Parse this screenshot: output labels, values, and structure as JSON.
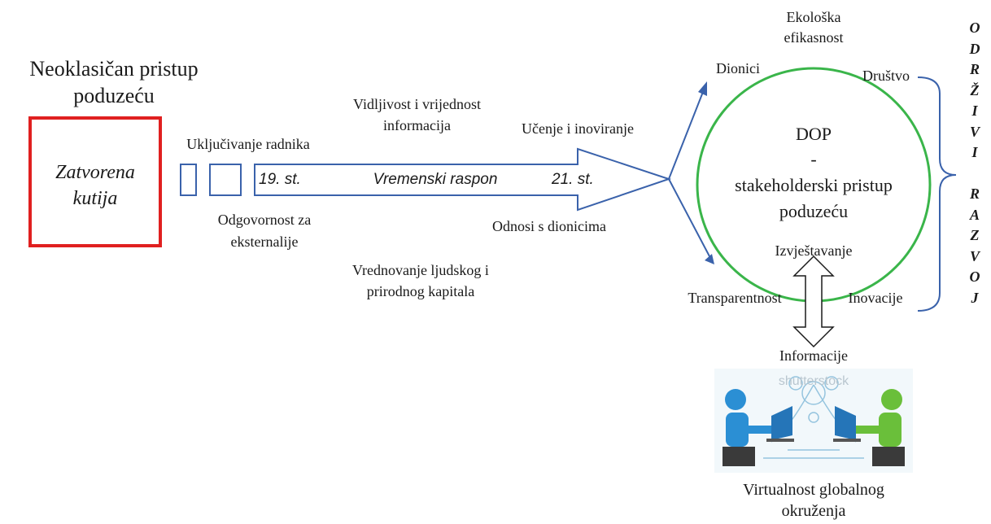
{
  "left": {
    "title_line1": "Neoklasičan pristup",
    "title_line2": "poduzeću",
    "box_line1": "Zatvorena",
    "box_line2": "kutija"
  },
  "arrow": {
    "start": "19. st.",
    "middle": "Vremenski raspon",
    "end": "21. st."
  },
  "labels": {
    "ukljucivanje": "Uključivanje radnika",
    "vidljivost_line1": "Vidljivost i vrijednost",
    "vidljivost_line2": "informacija",
    "ucenje": "Učenje i inoviranje",
    "odgovornost_line1": "Odgovornost za",
    "odgovornost_line2": "eksternalije",
    "odnosi": "Odnosi s dionicima",
    "vrednovanje_line1": "Vrednovanje ljudskog i",
    "vrednovanje_line2": "prirodnog kapitala"
  },
  "circle": {
    "line1": "DOP",
    "line2": "-",
    "line3": "stakeholderski pristup",
    "line4": "poduzeću",
    "izvjestavanje": "Izvještavanje",
    "ekoloska_line1": "Ekološka",
    "ekoloska_line2": "efikasnost",
    "drustvo": "Društvo",
    "dionici": "Dionici",
    "transparentnost": "Transparentnost",
    "inovacije": "Inovacije"
  },
  "bottom": {
    "informacije": "Informacije",
    "watermark": "shutterstock",
    "virtual_line1": "Virtualnost globalnog",
    "virtual_line2": "okruženja"
  },
  "vertical_letters": [
    "O",
    "D",
    "R",
    "Ž",
    "I",
    "V",
    "I",
    "",
    "R",
    "A",
    "Z",
    "V",
    "O",
    "J"
  ],
  "colors": {
    "red_box": "#e02020",
    "blue": "#3a62ab",
    "green": "#3ab54a"
  },
  "icons": {
    "double_arrow": "double-headed-arrow-icon",
    "people_computers": "people-with-computers-icon"
  }
}
